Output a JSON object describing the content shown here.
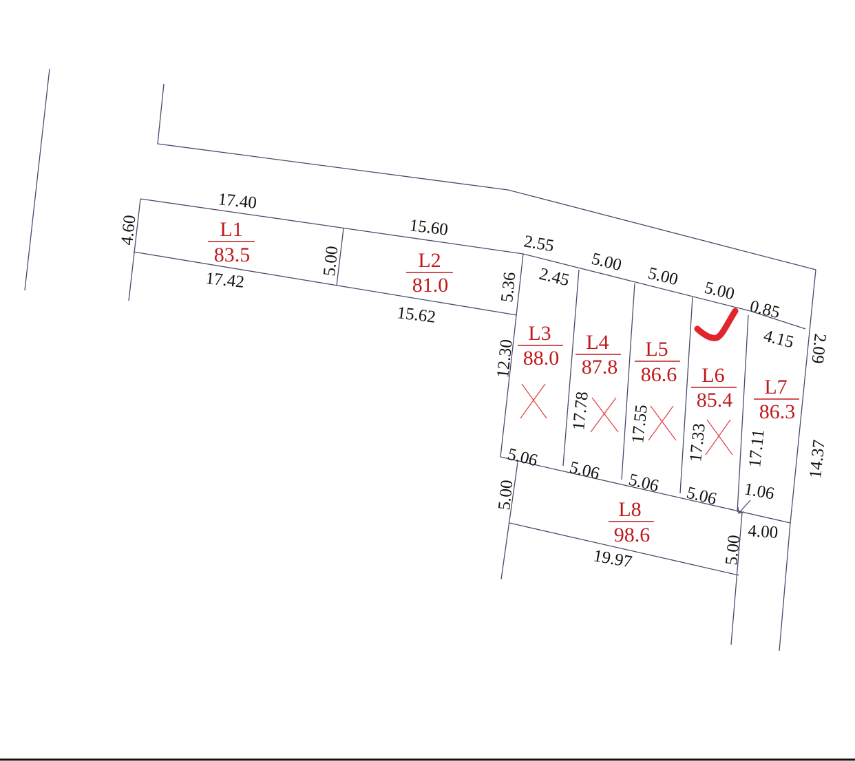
{
  "colors": {
    "lot_label": "#c0181c",
    "cross_mark": "#e0464a",
    "check_mark": "#e0262c",
    "lines": "#4a4a6a"
  },
  "lots": [
    {
      "id": "L1",
      "name": "L1",
      "area": "83.5",
      "sold": false
    },
    {
      "id": "L2",
      "name": "L2",
      "area": "81.0",
      "sold": false
    },
    {
      "id": "L3",
      "name": "L3",
      "area": "88.0",
      "sold": true
    },
    {
      "id": "L4",
      "name": "L4",
      "area": "87.8",
      "sold": true
    },
    {
      "id": "L5",
      "name": "L5",
      "area": "86.6",
      "sold": true
    },
    {
      "id": "L6",
      "name": "L6",
      "area": "85.4",
      "sold": true,
      "checked": true
    },
    {
      "id": "L7",
      "name": "L7",
      "area": "86.3",
      "sold": false
    },
    {
      "id": "L8",
      "name": "L8",
      "area": "98.6",
      "sold": false
    }
  ],
  "dimensions": {
    "l1_top": "17.40",
    "l1_left": "4.60",
    "l1_bottom": "17.42",
    "l1_l2_shared": "5.00",
    "l2_top": "15.60",
    "l2_bottom": "15.62",
    "l2_right": "5.36",
    "l3_top_outer": "2.55",
    "l3_top_inner": "2.45",
    "l3_left": "12.30",
    "l3_bottom": "5.06",
    "l4_top": "5.00",
    "l4_left": "17.78",
    "l4_bottom": "5.06",
    "l5_top": "5.00",
    "l5_left": "17.55",
    "l5_bottom": "5.06",
    "l6_top": "5.00",
    "l6_left": "17.33",
    "l6_bottom": "5.06",
    "l7_top_a": "0.85",
    "l7_top_b": "4.15",
    "l7_corner": "2.09",
    "l7_left": "17.11",
    "l7_right": "14.37",
    "l7_bottom_a": "1.06",
    "l7_bottom_b": "4.00",
    "l8_left": "5.00",
    "l8_right": "5.00",
    "l8_bottom": "19.97"
  }
}
